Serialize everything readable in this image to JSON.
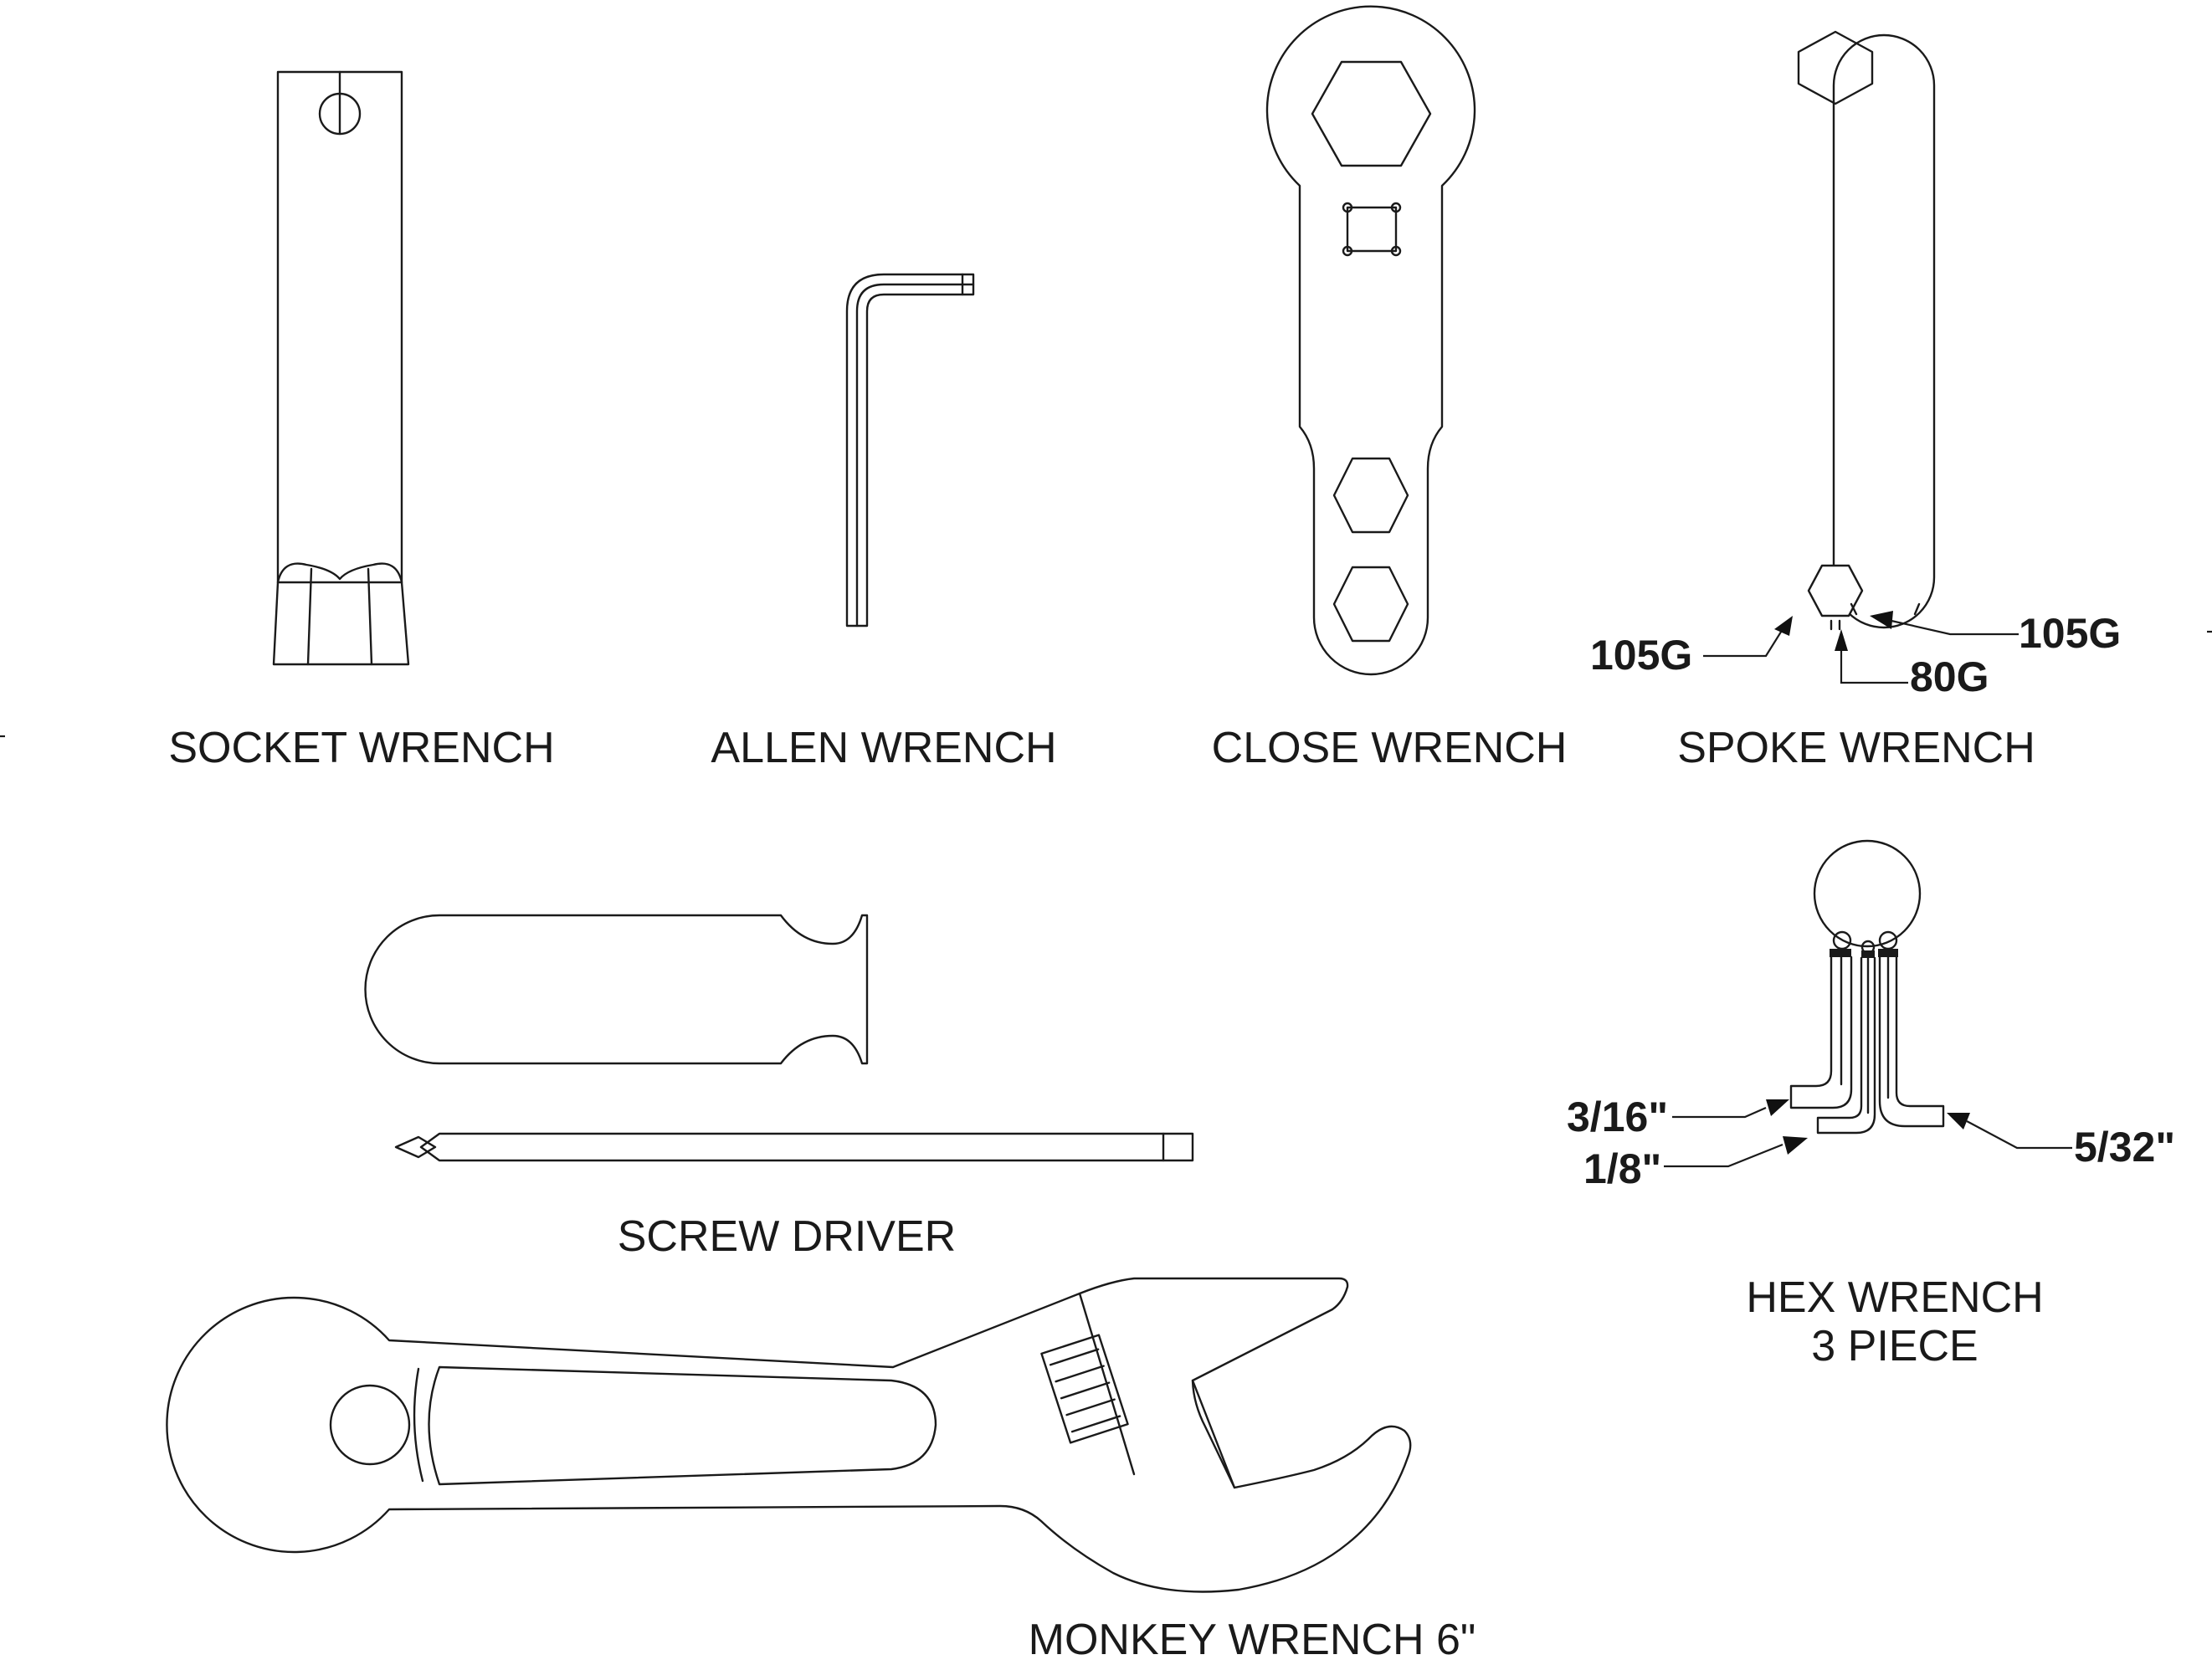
{
  "tools": {
    "socket_wrench": "SOCKET WRENCH",
    "allen_wrench": "ALLEN WRENCH",
    "close_wrench": "CLOSE WRENCH",
    "spoke_wrench": "SPOKE WRENCH",
    "screw_driver": "SCREW DRIVER",
    "monkey_wrench": "MONKEY WRENCH 6\"",
    "hex_wrench_line1": "HEX WRENCH",
    "hex_wrench_line2": "3 PIECE"
  },
  "spoke_sizes": {
    "left": "105G",
    "right": "105G",
    "bottom": "80G"
  },
  "hex_sizes": {
    "large": "3/16\"",
    "small": "1/8\"",
    "medium": "5/32\""
  },
  "colors": {
    "line": "#1a1a1a",
    "background": "#ffffff"
  }
}
